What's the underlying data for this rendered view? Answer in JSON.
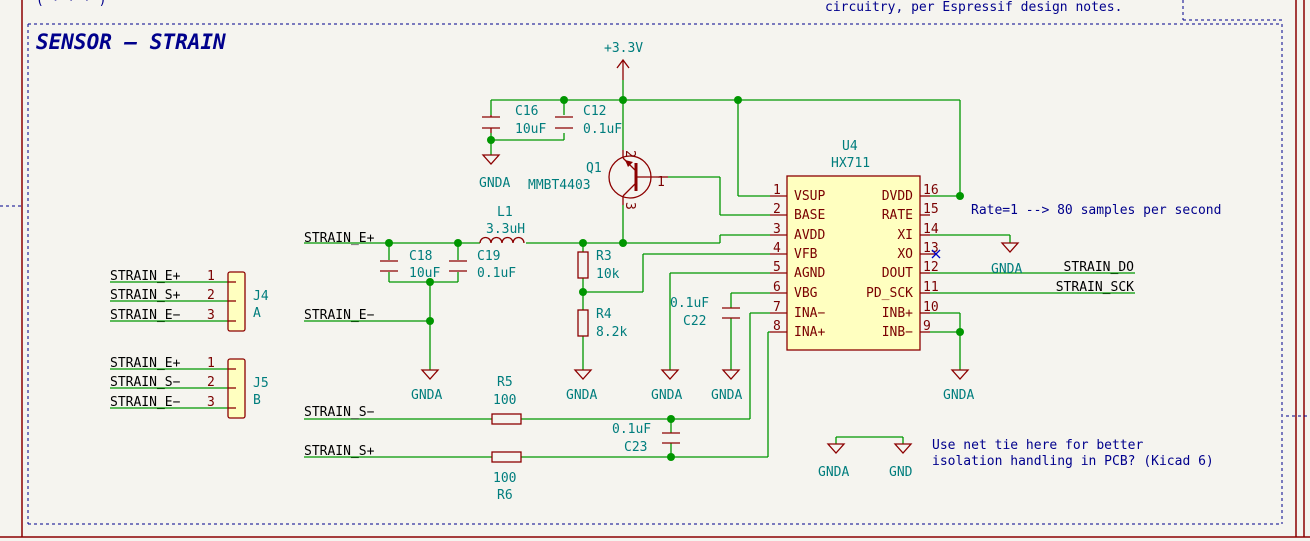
{
  "header": {
    "top_text": "circuitry, per Espressif design notes.",
    "left_fragment": "( · · · )"
  },
  "title": "SENSOR – STRAIN",
  "power": {
    "label": "+3.3V"
  },
  "components": {
    "C16": {
      "ref": "C16",
      "value": "10uF"
    },
    "C12": {
      "ref": "C12",
      "value": "0.1uF"
    },
    "Q1": {
      "ref": "Q1",
      "value": "MMBT4403",
      "pins": [
        "1",
        "2",
        "3"
      ]
    },
    "L1": {
      "ref": "L1",
      "value": "3.3uH"
    },
    "C18": {
      "ref": "C18",
      "value": "10uF"
    },
    "C19": {
      "ref": "C19",
      "value": "0.1uF"
    },
    "R3": {
      "ref": "R3",
      "value": "10k"
    },
    "R4": {
      "ref": "R4",
      "value": "8.2k"
    },
    "C22": {
      "ref": "C22",
      "value": "0.1uF"
    },
    "R5": {
      "ref": "R5",
      "value": "100"
    },
    "R6": {
      "ref": "R6",
      "value": "100"
    },
    "C23": {
      "ref": "C23",
      "value": "0.1uF"
    },
    "U4": {
      "ref": "U4",
      "value": "HX711"
    },
    "J4": {
      "ref": "J4",
      "value": "A"
    },
    "J5": {
      "ref": "J5",
      "value": "B"
    }
  },
  "u4_pins_left": [
    {
      "num": "1",
      "name": "VSUP"
    },
    {
      "num": "2",
      "name": "BASE"
    },
    {
      "num": "3",
      "name": "AVDD"
    },
    {
      "num": "4",
      "name": "VFB"
    },
    {
      "num": "5",
      "name": "AGND"
    },
    {
      "num": "6",
      "name": "VBG"
    },
    {
      "num": "7",
      "name": "INA−"
    },
    {
      "num": "8",
      "name": "INA+"
    }
  ],
  "u4_pins_right": [
    {
      "num": "16",
      "name": "DVDD"
    },
    {
      "num": "15",
      "name": "RATE"
    },
    {
      "num": "14",
      "name": "XI"
    },
    {
      "num": "13",
      "name": "XO"
    },
    {
      "num": "12",
      "name": "DOUT"
    },
    {
      "num": "11",
      "name": "PD_SCK"
    },
    {
      "num": "10",
      "name": "INB+"
    },
    {
      "num": "9",
      "name": "INB−"
    }
  ],
  "j4_pins": [
    {
      "num": "1",
      "net": "STRAIN_E+"
    },
    {
      "num": "2",
      "net": "STRAIN_S+"
    },
    {
      "num": "3",
      "net": "STRAIN_E−"
    }
  ],
  "j5_pins": [
    {
      "num": "1",
      "net": "STRAIN_E+"
    },
    {
      "num": "2",
      "net": "STRAIN_S−"
    },
    {
      "num": "3",
      "net": "STRAIN_E−"
    }
  ],
  "nets": {
    "strain_e_plus": "STRAIN_E+",
    "strain_e_minus": "STRAIN_E−",
    "strain_s_minus": "STRAIN_S−",
    "strain_s_plus": "STRAIN_S+",
    "strain_do": "STRAIN_DO",
    "strain_sck": "STRAIN_SCK"
  },
  "gnd_labels": {
    "gnda": "GNDA",
    "gnd": "GND"
  },
  "notes": {
    "rate": "Rate=1 --> 80 samples per second",
    "nettie_line1": "Use net tie here for better",
    "nettie_line2": "isolation handling in PCB? (Kicad 6)"
  },
  "colors": {
    "wire": "#009600",
    "symbol": "#8c0000",
    "text": "#007d7d",
    "note": "#00008c",
    "body_fill": "#ffffc0"
  }
}
